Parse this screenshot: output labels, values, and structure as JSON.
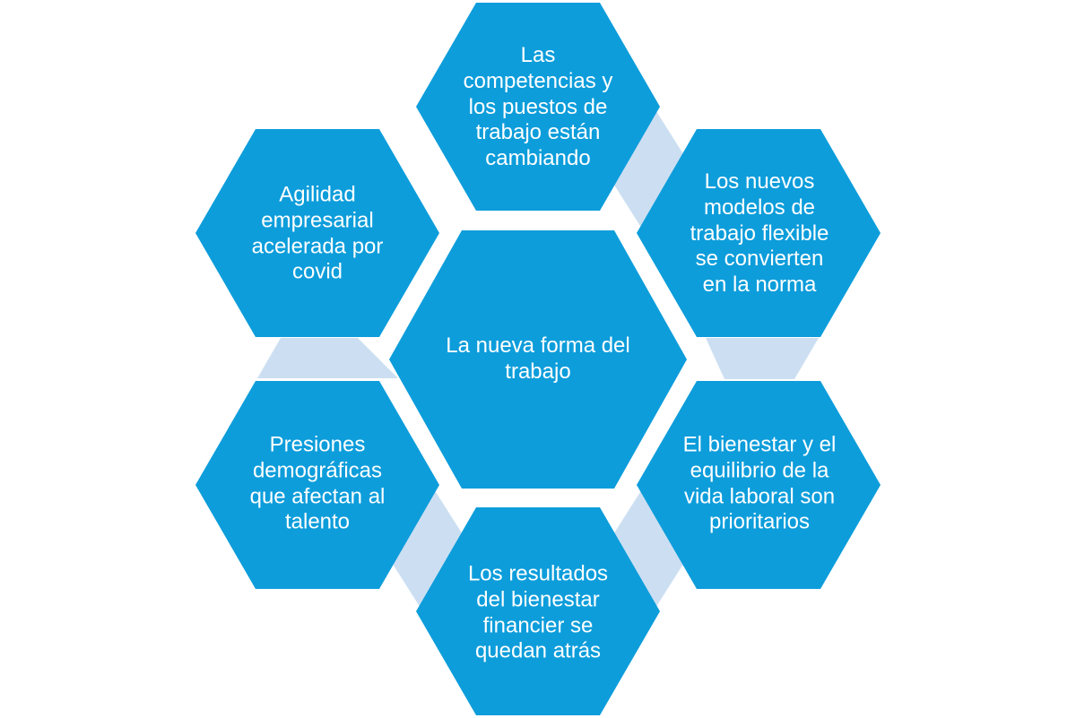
{
  "diagram": {
    "type": "hexagon-cluster",
    "colors": {
      "hexagon_fill": "#0D9DDB",
      "connector_fill": "#CCDFF2",
      "text": "#FFFFFF",
      "background": "#FFFFFF"
    },
    "center": {
      "id": "center",
      "text": "La nueva forma del\ntrabajo"
    },
    "satellites": [
      {
        "id": "top",
        "text": "Las\ncompetencias y\nlos puestos de\ntrabajo están\ncambiando"
      },
      {
        "id": "upper-right",
        "text": "Los nuevos\nmodelos de\ntrabajo flexible\nse convierten\nen la norma"
      },
      {
        "id": "lower-right",
        "text": "El bienestar y el\nequilibrio de la\nvida laboral son\nprioritarios"
      },
      {
        "id": "bottom",
        "text": "Los resultados\ndel bienestar\nfinancier se\nquedan atrás"
      },
      {
        "id": "lower-left",
        "text": "Presiones\ndemográficas\nque afectan al\ntalento"
      },
      {
        "id": "upper-left",
        "text": "Agilidad\nempresarial\nacelerada por\ncovid"
      }
    ]
  }
}
